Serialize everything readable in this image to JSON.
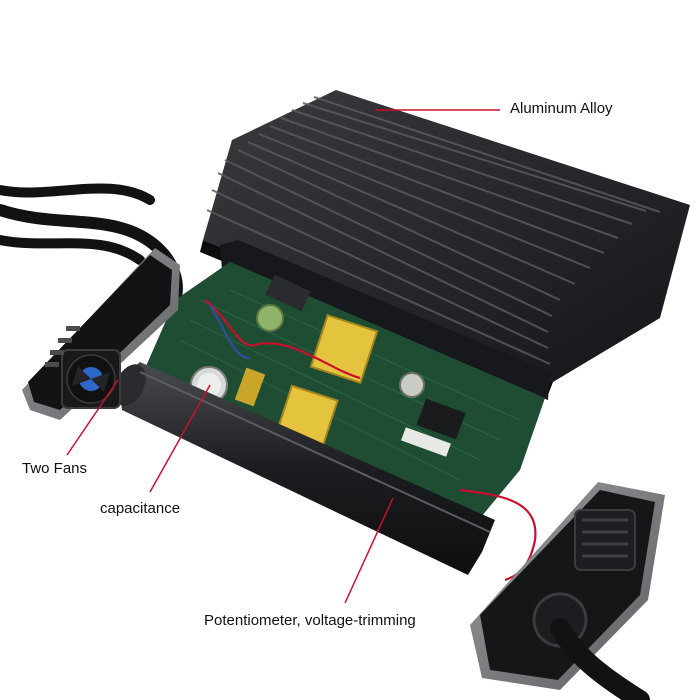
{
  "callouts": {
    "aluminum_alloy": "Aluminum Alloy",
    "two_fans": "Two Fans",
    "capacitance": "capacitance",
    "potentiometer": "Potentiometer, voltage-trimming"
  },
  "colors": {
    "leader_line": "#c8102e",
    "housing": "#1f2023",
    "pcb": "#1f4d34",
    "transformer": "#e4c33d",
    "fan_blade": "#2b68c8"
  },
  "icons": {
    "fan": "fan-icon"
  }
}
